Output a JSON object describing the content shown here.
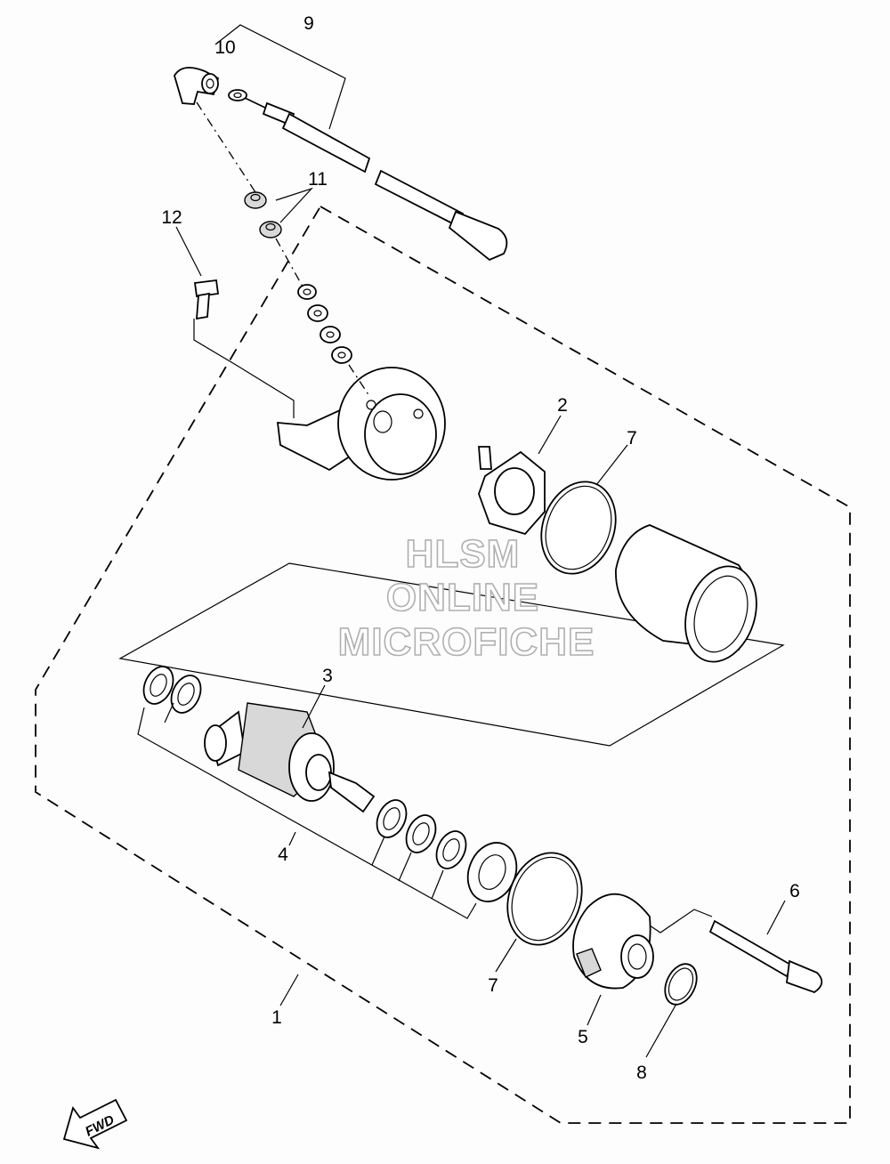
{
  "callouts": {
    "c1": "1",
    "c2": "2",
    "c3": "3",
    "c4": "4",
    "c5": "5",
    "c6": "6",
    "c7a": "7",
    "c7b": "7",
    "c8": "8",
    "c9": "9",
    "c10": "10",
    "c11": "11",
    "c12": "12"
  },
  "watermark": {
    "line1": "HLSM",
    "line2": "ONLINE",
    "line3": "MICROFICHE"
  },
  "direction": {
    "label": "FWD",
    "icon": "fwd-arrow-icon"
  }
}
